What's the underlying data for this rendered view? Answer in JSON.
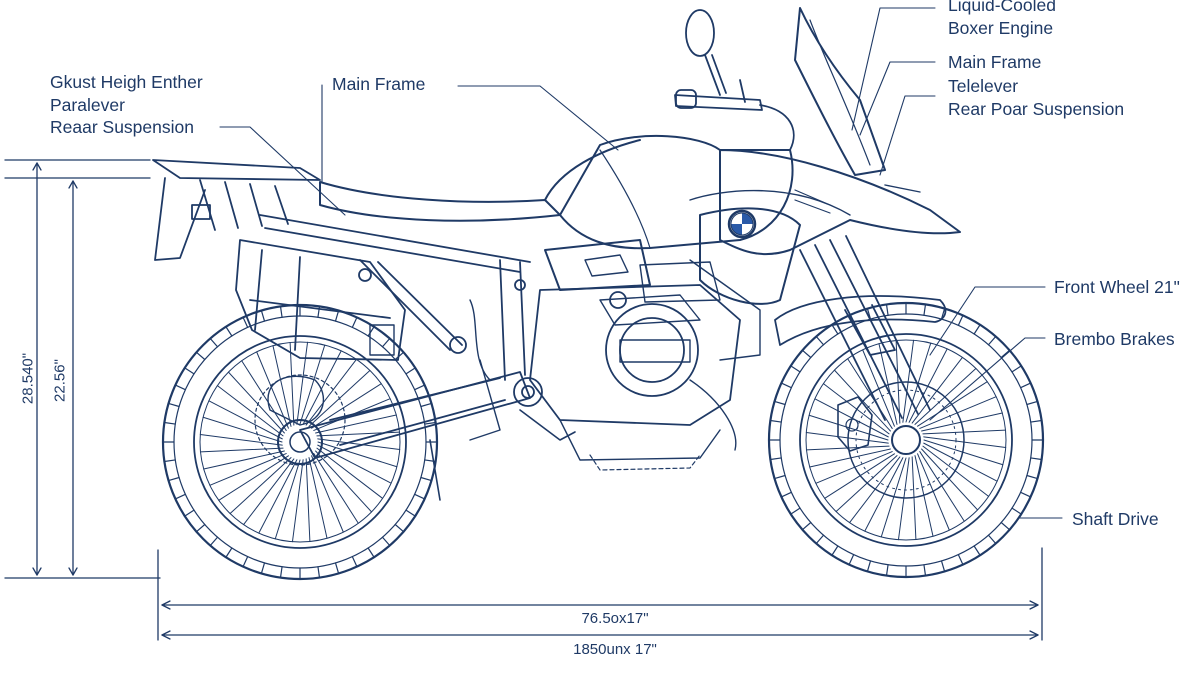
{
  "callouts": {
    "top_left_line1": "Gkust Heigh Enther",
    "top_left_line2": "Paralever",
    "top_left_line3": "Reaar Suspension",
    "main_frame_left": "Main Frame",
    "top_right_line1": "Liquid-Cooled",
    "top_right_line2": "Boxer Engine",
    "right_line3": "Main Frame",
    "right_line4": "Telelever",
    "right_line5": "Rear Poar Suspension",
    "front_wheel": "Front Wheel 21\"",
    "brakes": "Brembo Brakes",
    "shaft_drive": "Shaft Drive"
  },
  "dimensions": {
    "outer_height": "28.540\"",
    "inner_height": "22.56\"",
    "wheelbase": "76.5ox17\"",
    "overall_length": "1850unx 17\""
  },
  "brand": {
    "logo_icon": "bmw-roundel-icon",
    "colors": {
      "line": "#1f3a66",
      "logo_blue": "#2a5aa8"
    }
  }
}
